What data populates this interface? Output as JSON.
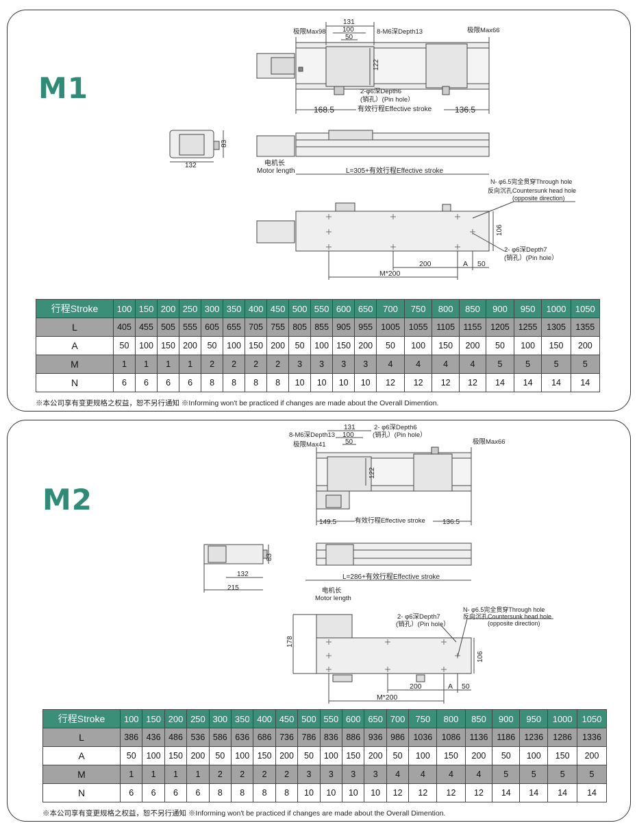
{
  "colors": {
    "accent": "#2e8b76",
    "header_bg": "#3b8f79",
    "gray_row": "#a3a3a3"
  },
  "note": "※本公司享有变更规格之权益，恕不另行通知 ※Informing won't be practiced if changes are made about the Overall Dimention.",
  "columns": [
    "100",
    "150",
    "200",
    "250",
    "300",
    "350",
    "400",
    "450",
    "500",
    "550",
    "600",
    "650",
    "700",
    "750",
    "800",
    "850",
    "900",
    "950",
    "1000",
    "1050"
  ],
  "m1": {
    "title": "M1",
    "labels": {
      "max_left": "极限Max98",
      "max_right": "极限Max66",
      "d131": "131",
      "d100": "100",
      "d50": "50",
      "m6": "8-M6深Depth13",
      "d122": "122",
      "pin1": "2-φ6深Depth6",
      "pin1b": "(销孔）(Pin hole）",
      "d168": "168.5",
      "eff": "有效行程Effective stroke",
      "d136": "136.5",
      "d83": "83",
      "d132": "132",
      "motor_cn": "电机长",
      "motor_en": "Motor length",
      "lformula": "L=305+有效行程Effective stroke",
      "thru1": "N- φ6.5完全贯穿Through hole",
      "thru2": "反向沉孔Countersunk head hole",
      "thru3": "(opposite direction)",
      "d106": "106",
      "pin2": "2- φ6深Depth7",
      "pin2b": "(销孔）(Pin hole）",
      "d200": "200",
      "da": "A",
      "d50b": "50",
      "m200": "M*200"
    },
    "rows": [
      {
        "label": "行程Stroke",
        "values": [
          "100",
          "150",
          "200",
          "250",
          "300",
          "350",
          "400",
          "450",
          "500",
          "550",
          "600",
          "650",
          "700",
          "750",
          "800",
          "850",
          "900",
          "950",
          "1000",
          "1050"
        ]
      },
      {
        "label": "L",
        "values": [
          "405",
          "455",
          "505",
          "555",
          "605",
          "655",
          "705",
          "755",
          "805",
          "855",
          "905",
          "955",
          "1005",
          "1055",
          "1105",
          "1155",
          "1205",
          "1255",
          "1305",
          "1355"
        ]
      },
      {
        "label": "A",
        "values": [
          "50",
          "100",
          "150",
          "200",
          "50",
          "100",
          "150",
          "200",
          "50",
          "100",
          "150",
          "200",
          "50",
          "100",
          "150",
          "200",
          "50",
          "100",
          "150",
          "200"
        ]
      },
      {
        "label": "M",
        "values": [
          "1",
          "1",
          "1",
          "1",
          "2",
          "2",
          "2",
          "2",
          "3",
          "3",
          "3",
          "3",
          "4",
          "4",
          "4",
          "4",
          "5",
          "5",
          "5",
          "5"
        ]
      },
      {
        "label": "N",
        "values": [
          "6",
          "6",
          "6",
          "6",
          "8",
          "8",
          "8",
          "8",
          "10",
          "10",
          "10",
          "10",
          "12",
          "12",
          "12",
          "12",
          "14",
          "14",
          "14",
          "14"
        ]
      }
    ]
  },
  "m2": {
    "title": "M2",
    "labels": {
      "max_left": "极限Max41",
      "max_right": "极限Max66",
      "d131": "131",
      "d100": "100",
      "d50": "50",
      "m6": "8-M6深Depth13",
      "d122": "122",
      "pin1": "2- φ6深Depth6",
      "pin1b": "(销孔）(Pin hole）",
      "d149": "149.5",
      "eff": "有效行程Effective stroke",
      "d136": "136.5",
      "d83": "83",
      "d132": "132",
      "d215": "215",
      "lformula": "L=286+有效行程Effective stroke",
      "motor_cn": "电机长",
      "motor_en": "Motor length",
      "pin2": "2- φ6深Depth7",
      "pin2b": "(销孔）(Pin hole）",
      "thru1": "N- φ6.5完全贯穿Through hole",
      "thru2": "反向沉孔Countersunk head hole",
      "thru3": "(opposite direction)",
      "d178": "178",
      "d106": "106",
      "d200": "200",
      "da": "A",
      "d50b": "50",
      "m200": "M*200"
    },
    "rows": [
      {
        "label": "行程Stroke",
        "values": [
          "100",
          "150",
          "200",
          "250",
          "300",
          "350",
          "400",
          "450",
          "500",
          "550",
          "600",
          "650",
          "700",
          "750",
          "800",
          "850",
          "900",
          "950",
          "1000",
          "1050"
        ]
      },
      {
        "label": "L",
        "values": [
          "386",
          "436",
          "486",
          "536",
          "586",
          "636",
          "686",
          "736",
          "786",
          "836",
          "886",
          "936",
          "986",
          "1036",
          "1086",
          "1136",
          "1186",
          "1236",
          "1286",
          "1336"
        ]
      },
      {
        "label": "A",
        "values": [
          "50",
          "100",
          "150",
          "200",
          "50",
          "100",
          "150",
          "200",
          "50",
          "100",
          "150",
          "200",
          "50",
          "100",
          "150",
          "200",
          "50",
          "100",
          "150",
          "200"
        ]
      },
      {
        "label": "M",
        "values": [
          "1",
          "1",
          "1",
          "1",
          "2",
          "2",
          "2",
          "2",
          "3",
          "3",
          "3",
          "3",
          "4",
          "4",
          "4",
          "4",
          "5",
          "5",
          "5",
          "5"
        ]
      },
      {
        "label": "N",
        "values": [
          "6",
          "6",
          "6",
          "6",
          "8",
          "8",
          "8",
          "8",
          "10",
          "10",
          "10",
          "10",
          "12",
          "12",
          "12",
          "12",
          "14",
          "14",
          "14",
          "14"
        ]
      }
    ]
  }
}
